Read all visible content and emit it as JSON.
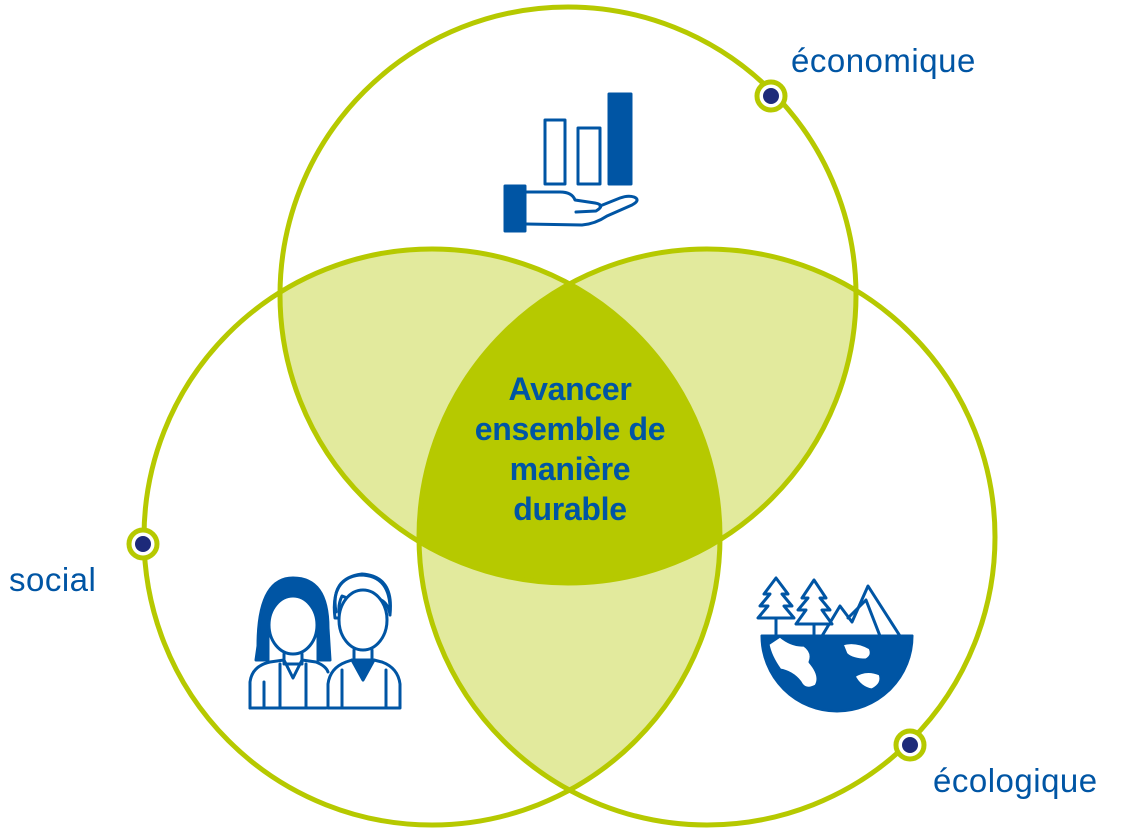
{
  "diagram": {
    "center_lines": [
      "Avancer",
      "ensemble de",
      "manière",
      "durable"
    ],
    "labels": {
      "economic": "économique",
      "social": "social",
      "ecological": "écologique"
    },
    "icons": {
      "economic": "hand-holding-bar-chart-icon",
      "social": "two-people-icon",
      "ecological": "earth-with-trees-and-mountains-icon"
    }
  },
  "colors": {
    "circle_stroke": "#b6c900",
    "overlap_two": "#e2ea9d",
    "overlap_three": "#b6c900",
    "text_blue": "#0055a4",
    "dot_fill": "#1d2a7a",
    "icon_blue": "#0055a4"
  }
}
